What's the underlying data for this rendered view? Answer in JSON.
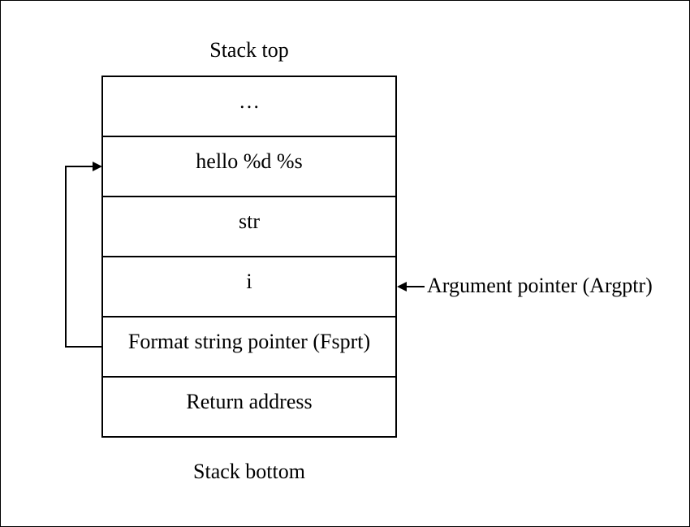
{
  "diagram": {
    "stack_top_label": "Stack top",
    "stack_bottom_label": "Stack bottom",
    "cells": [
      "…",
      "hello %d %s",
      "str",
      "i",
      "Format string pointer (Fsprt)",
      "Return address"
    ],
    "argument_pointer_label": "Argument pointer (Argptr)"
  }
}
